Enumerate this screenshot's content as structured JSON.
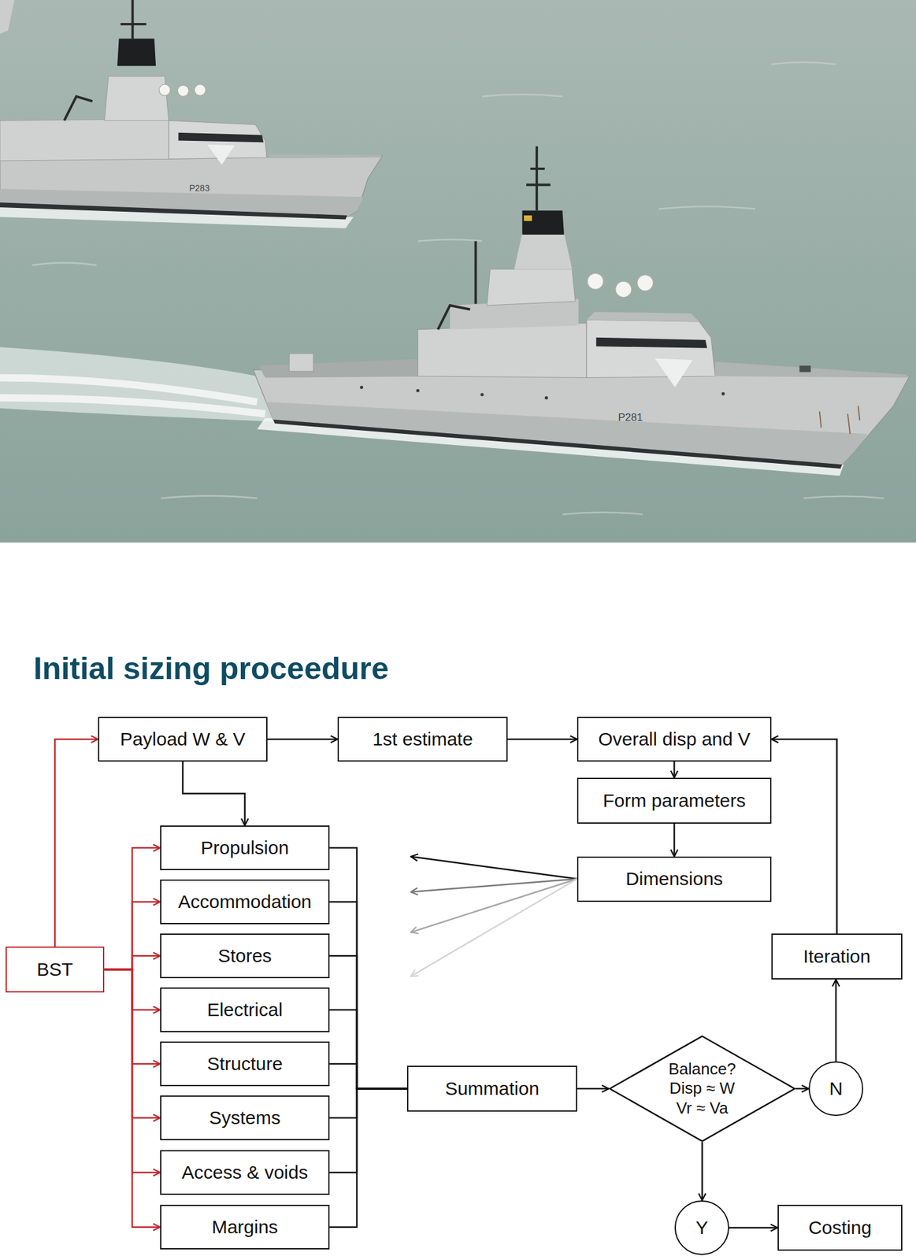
{
  "diagram": {
    "title": "Initial sizing proceedure",
    "nodes": [
      {
        "text": [
          "Payload W & V"
        ]
      },
      {
        "text": [
          "1st estimate"
        ]
      },
      {
        "text": [
          "Overall disp and V"
        ]
      },
      {
        "text": [
          "Form parameters"
        ]
      },
      {
        "text": [
          "Dimensions"
        ]
      },
      {
        "text": [
          "Propulsion"
        ]
      },
      {
        "text": [
          "Accommodation"
        ]
      },
      {
        "text": [
          "Stores"
        ]
      },
      {
        "text": [
          "Electrical"
        ]
      },
      {
        "text": [
          "Structure"
        ]
      },
      {
        "text": [
          "Systems"
        ]
      },
      {
        "text": [
          "Access & voids"
        ]
      },
      {
        "text": [
          "Margins"
        ]
      },
      {
        "text": [
          "BST"
        ]
      },
      {
        "text": [
          "Summation"
        ]
      },
      {
        "text": [
          "Balance? Disp ≈ W Vr ≈ Va"
        ]
      },
      {
        "text": [
          "N"
        ]
      },
      {
        "text": [
          "Iteration"
        ]
      },
      {
        "text": [
          "Y"
        ]
      },
      {
        "text": [
          "Costing"
        ]
      }
    ],
    "edges": [
      {
        "from": 13,
        "to": 0,
        "arrow": "to"
      },
      {
        "from": 13,
        "to": 5,
        "arrow": "to"
      },
      {
        "from": 13,
        "to": 6,
        "arrow": "to"
      },
      {
        "from": 13,
        "to": 7,
        "arrow": "to"
      },
      {
        "from": 13,
        "to": 8,
        "arrow": "to"
      },
      {
        "from": 13,
        "to": 9,
        "arrow": "to"
      },
      {
        "from": 13,
        "to": 10,
        "arrow": "to"
      },
      {
        "from": 13,
        "to": 11,
        "arrow": "to"
      },
      {
        "from": 13,
        "to": 12,
        "arrow": "to"
      },
      {
        "from": 0,
        "to": 1,
        "arrow": "to"
      },
      {
        "from": 1,
        "to": 2,
        "arrow": "to"
      },
      {
        "from": 0,
        "to": 5,
        "arrow": "to"
      },
      {
        "from": 2,
        "to": 3,
        "arrow": "to"
      },
      {
        "from": 3,
        "to": 4,
        "arrow": "to"
      },
      {
        "from": 5,
        "to": 14,
        "arrow": "none"
      },
      {
        "from": 6,
        "to": 14,
        "arrow": "none"
      },
      {
        "from": 7,
        "to": 14,
        "arrow": "none"
      },
      {
        "from": 8,
        "to": 14,
        "arrow": "none"
      },
      {
        "from": 9,
        "to": 14,
        "arrow": "none"
      },
      {
        "from": 10,
        "to": 14,
        "arrow": "none"
      },
      {
        "from": 11,
        "to": 14,
        "arrow": "none"
      },
      {
        "from": 12,
        "to": 14,
        "arrow": "none"
      },
      {
        "from": 14,
        "to": 15,
        "arrow": "to"
      },
      {
        "from": 15,
        "to": 16,
        "arrow": "to"
      },
      {
        "from": 16,
        "to": 17,
        "arrow": "to"
      },
      {
        "from": 17,
        "to": 2,
        "arrow": "to"
      },
      {
        "from": 15,
        "to": 18,
        "arrow": "to"
      },
      {
        "from": 18,
        "to": 19,
        "arrow": "to"
      }
    ],
    "labels": [
      "P283",
      "P281"
    ]
  }
}
